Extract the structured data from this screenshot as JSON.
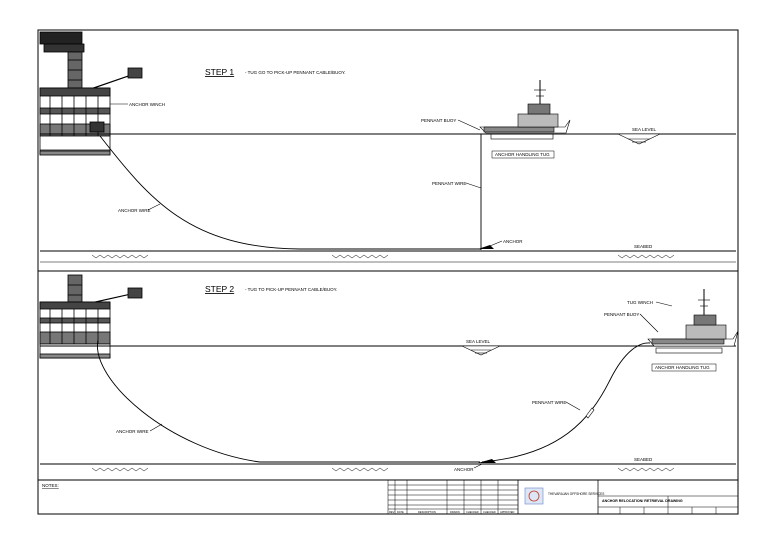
{
  "step1": {
    "step_label": "STEP 1",
    "step_desc": "- TUG GO TO PICK-UP PENNANT CABLE/BUOY.",
    "anchor_winch": "ANCHOR WINCH",
    "pennant_buoy": "PENNANT BUOY",
    "sea_level": "SEA LEVEL",
    "tug_label": "ANCHOR HANDLING TUG",
    "pennant_wire": "PENNANT WIRE",
    "anchor_wire": "ANCHOR WIRE",
    "anchor": "ANCHOR",
    "seabed": "SEABED"
  },
  "step2": {
    "step_label": "STEP 2",
    "step_desc": "- TUG TO PICK-UP PENNANT CABLE/BUOY.",
    "tug_winch": "TUG WINCH",
    "pennant_buoy": "PENNANT BUOY",
    "sea_level": "SEA LEVEL",
    "tug_label": "ANCHOR HANDLING TUG",
    "pennant_wire": "PENNANT WIRE",
    "anchor_wire": "ANCHOR WIRE",
    "anchor": "ANCHOR",
    "seabed": "SEABED"
  },
  "title_block": {
    "notes_label": "NOTES:",
    "company": "THEVARAJAN OFFSHORE SERVICES",
    "drawing_title": "ANCHOR RELOCATION/ RETRIEVAL DRAWING",
    "revision_headers": [
      "REV",
      "DATE",
      "DESCRIPTION",
      "DRAWN",
      "CHECKED",
      "CHECKED",
      "APPROVED"
    ]
  }
}
